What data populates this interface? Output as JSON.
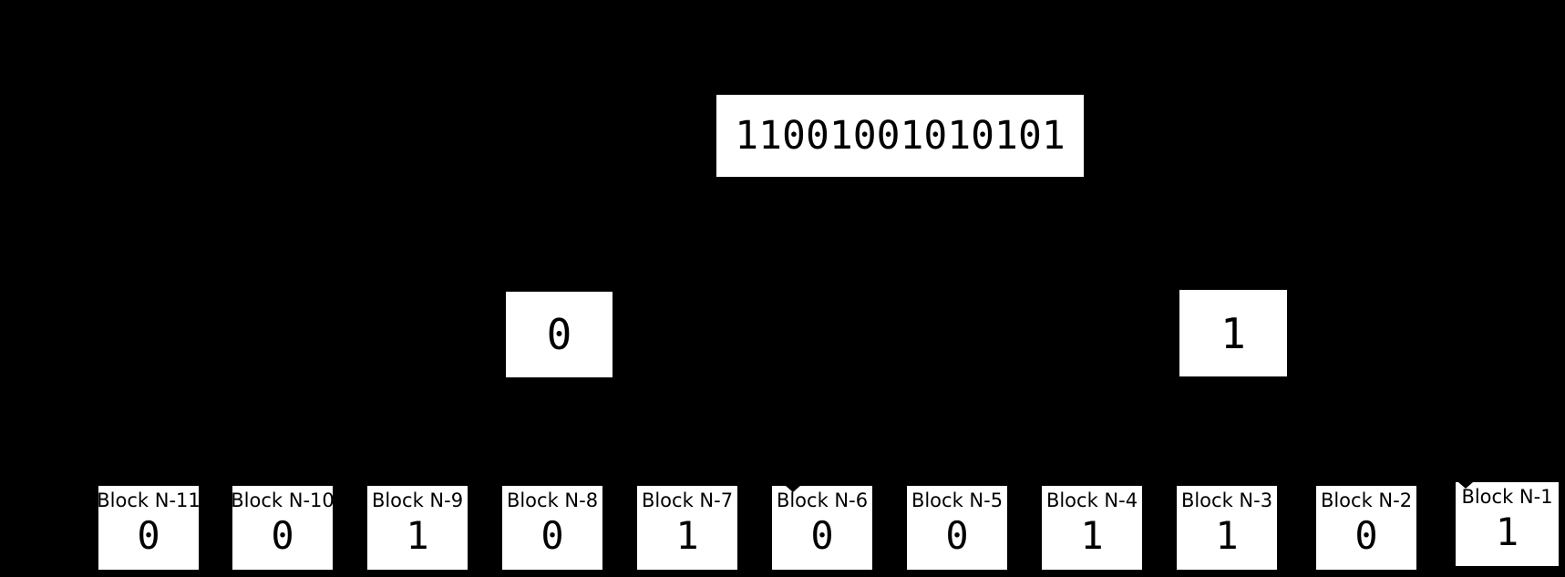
{
  "diagram": {
    "bitstring_box": {
      "text": "11001001010101"
    },
    "branch_nodes": [
      {
        "value": "0"
      },
      {
        "value": "1"
      }
    ],
    "blocks": [
      {
        "label": "Block N-11",
        "value": "0"
      },
      {
        "label": "Block N-10",
        "value": "0"
      },
      {
        "label": "Block N-9",
        "value": "1"
      },
      {
        "label": "Block N-8",
        "value": "0"
      },
      {
        "label": "Block N-7",
        "value": "1"
      },
      {
        "label": "Block N-6",
        "value": "0"
      },
      {
        "label": "Block N-5",
        "value": "0"
      },
      {
        "label": "Block N-4",
        "value": "1"
      },
      {
        "label": "Block N-3",
        "value": "1"
      },
      {
        "label": "Block N-2",
        "value": "0"
      },
      {
        "label": "Block N-1",
        "value": "1"
      }
    ],
    "colors": {
      "background": "#000000",
      "box_fill": "#ffffff",
      "text": "#000000"
    }
  }
}
